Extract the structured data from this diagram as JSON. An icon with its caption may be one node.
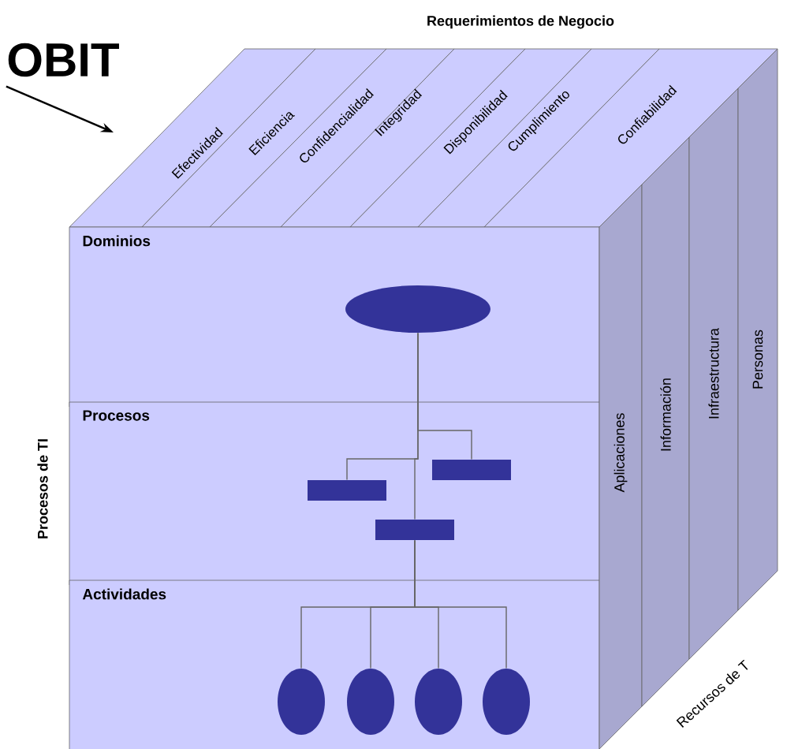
{
  "diagram": {
    "nodes": [
      {
        "text": [
          "OBIT"
        ]
      },
      {
        "text": [
          "Requerimientos de Negocio"
        ]
      },
      {
        "text": [
          "Efectividad"
        ]
      },
      {
        "text": [
          "Eficiencia"
        ]
      },
      {
        "text": [
          "Confidencialidad"
        ]
      },
      {
        "text": [
          "Integridad"
        ]
      },
      {
        "text": [
          "Disponibilidad"
        ]
      },
      {
        "text": [
          "Cumplimiento"
        ]
      },
      {
        "text": [
          "Confiabilidad"
        ]
      },
      {
        "text": [
          "Procesos de TI"
        ]
      },
      {
        "text": [
          "Dominios"
        ]
      },
      {
        "text": [
          "Procesos"
        ]
      },
      {
        "text": [
          "Actividades"
        ]
      },
      {
        "text": [
          "Recursos de T"
        ]
      },
      {
        "text": [
          "Aplicaciones"
        ]
      },
      {
        "text": [
          "Información"
        ]
      },
      {
        "text": [
          "Infraestructura"
        ]
      },
      {
        "text": [
          "Personas"
        ]
      },
      {
        "text": [],
        "shape": "ellipse",
        "in": 10
      },
      {
        "text": [],
        "shape": "bar",
        "in": 11
      },
      {
        "text": [],
        "shape": "bar",
        "in": 11
      },
      {
        "text": [],
        "shape": "bar",
        "in": 11
      },
      {
        "text": [],
        "shape": "ellipse",
        "in": 12
      },
      {
        "text": [],
        "shape": "ellipse",
        "in": 12
      },
      {
        "text": [],
        "shape": "ellipse",
        "in": 12
      },
      {
        "text": [],
        "shape": "ellipse",
        "in": 12
      }
    ],
    "edges": [
      {
        "from": 0,
        "to": null,
        "arrow": "to",
        "color": "#000000"
      },
      {
        "from": 18,
        "to": 19,
        "arrow": "none"
      },
      {
        "from": 18,
        "to": 20,
        "arrow": "none"
      },
      {
        "from": 18,
        "to": 21,
        "arrow": "none"
      },
      {
        "from": 20,
        "to": 22,
        "arrow": "none"
      },
      {
        "from": 20,
        "to": 23,
        "arrow": "none"
      },
      {
        "from": 20,
        "to": 24,
        "arrow": "none"
      },
      {
        "from": 20,
        "to": 25,
        "arrow": "none"
      }
    ]
  }
}
